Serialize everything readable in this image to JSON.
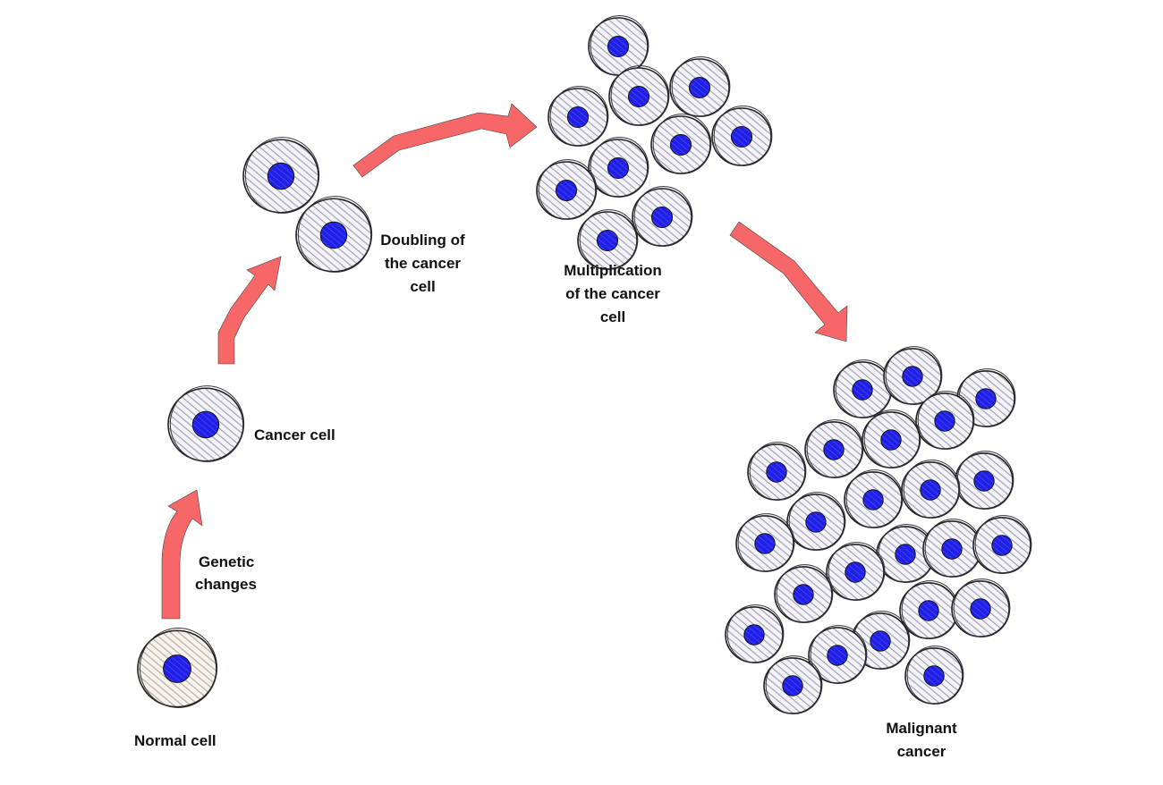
{
  "labels": {
    "normal_cell": "Normal cell",
    "genetic_changes_1": "Genetic",
    "genetic_changes_2": "changes",
    "cancer_cell": "Cancer cell",
    "doubling_1": "Doubling of",
    "doubling_2": "the cancer",
    "doubling_3": "cell",
    "multiplication_1": "Multiplication",
    "multiplication_2": "of the cancer",
    "multiplication_3": "cell",
    "malignant_1": "Malignant",
    "malignant_2": "cancer"
  },
  "colors": {
    "arrow": "#f76767",
    "nucleus": "#1f1fe8",
    "cancer_hatch": "#9a9ab8",
    "normal_hatch": "#b8a898",
    "outline": "#222222"
  },
  "stages": [
    {
      "name": "Normal cell",
      "cell_count": 1
    },
    {
      "name": "Cancer cell",
      "cell_count": 1
    },
    {
      "name": "Doubling of the cancer cell",
      "cell_count": 2
    },
    {
      "name": "Multiplication of the cancer cell",
      "cell_count": 10
    },
    {
      "name": "Malignant cancer",
      "cell_count": 24
    }
  ]
}
